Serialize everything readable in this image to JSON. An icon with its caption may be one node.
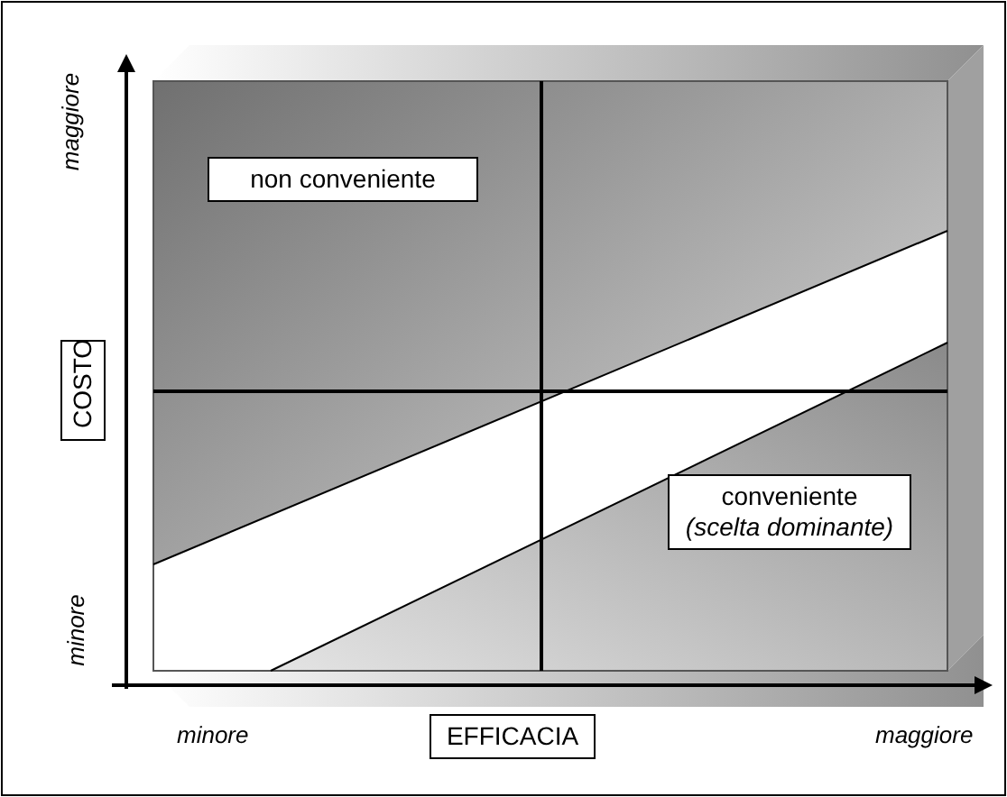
{
  "diagram": {
    "nodes": [
      {
        "text": [
          "non conveniente"
        ]
      },
      {
        "text": [
          "conveniente",
          "(scelta dominante)"
        ]
      },
      {
        "text": [
          "COSTO"
        ]
      },
      {
        "text": [
          "EFFICACIA"
        ]
      }
    ],
    "edges": [],
    "labels": [
      "maggiore",
      "minore",
      "minore",
      "maggiore"
    ]
  }
}
